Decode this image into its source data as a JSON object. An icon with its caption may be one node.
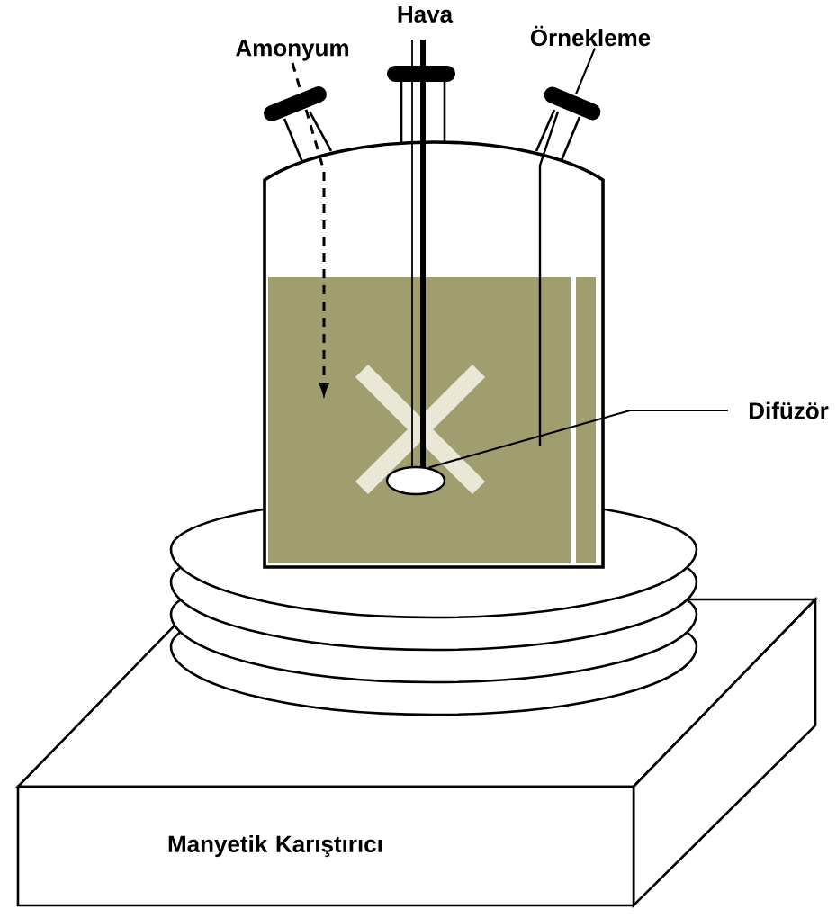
{
  "diagram": {
    "nodes": [
      {
        "text": [
          "Amonyum"
        ]
      },
      {
        "text": [
          "Örnekleme"
        ]
      },
      {
        "text": [],
        "shape": "bar"
      },
      {
        "text": [],
        "shape": "ellipse"
      },
      {
        "text": [
          "Difüzör"
        ]
      },
      {
        "text": [
          "Manyetik Karıştırıcı"
        ]
      }
    ],
    "edges": [
      {
        "from": 0,
        "to": null,
        "arrow": "to",
        "style": "dashed"
      },
      {
        "from": 1,
        "to": 2,
        "arrow": "none"
      },
      {
        "from": 4,
        "to": 3,
        "arrow": "none"
      }
    ],
    "labels": [
      "Hava"
    ]
  }
}
